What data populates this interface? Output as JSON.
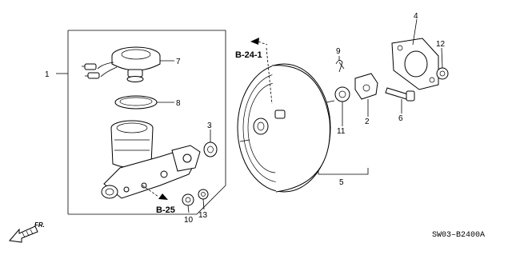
{
  "diagram": {
    "code": "SW03–B2400A",
    "front_label": "FR.",
    "refs": {
      "b24": "B-24-1",
      "b25": "B-25"
    },
    "callouts": {
      "c1": "1",
      "c2": "2",
      "c3": "3",
      "c4": "4",
      "c5": "5",
      "c6": "6",
      "c7": "7",
      "c8": "8",
      "c9": "9",
      "c10": "10",
      "c11": "11",
      "c12": "12",
      "c13": "13"
    }
  }
}
